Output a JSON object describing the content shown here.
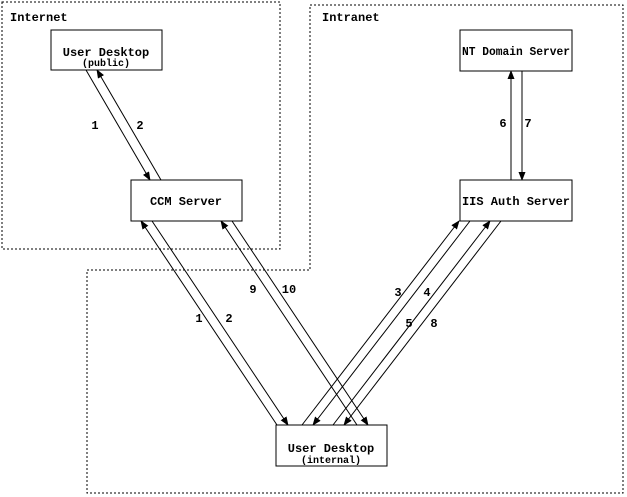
{
  "diagram": {
    "type": "network-architecture",
    "colors": {
      "ink": "#000000",
      "background": "#ffffff"
    },
    "regions": [
      {
        "id": "internet",
        "label": "Internet"
      },
      {
        "id": "intranet",
        "label": "Intranet"
      }
    ],
    "nodes": [
      {
        "id": "user_desktop_public",
        "label": "User Desktop",
        "sublabel": "(public)",
        "region": "internet"
      },
      {
        "id": "ccm_server",
        "label": "CCM Server",
        "region": "internet"
      },
      {
        "id": "nt_domain_server",
        "label": "NT Domain Server",
        "region": "intranet"
      },
      {
        "id": "iis_auth_server",
        "label": "IIS Auth Server",
        "region": "intranet"
      },
      {
        "id": "user_desktop_internal",
        "label": "User Desktop",
        "sublabel": "(internal)",
        "region": "intranet"
      }
    ],
    "edges": [
      {
        "label": "1",
        "from": "user_desktop_public",
        "to": "ccm_server"
      },
      {
        "label": "2",
        "from": "ccm_server",
        "to": "user_desktop_public"
      },
      {
        "label": "1",
        "from": "user_desktop_internal",
        "to": "ccm_server"
      },
      {
        "label": "2",
        "from": "ccm_server",
        "to": "user_desktop_internal"
      },
      {
        "label": "9",
        "from": "user_desktop_internal",
        "to": "ccm_server"
      },
      {
        "label": "10",
        "from": "ccm_server",
        "to": "user_desktop_internal"
      },
      {
        "label": "3",
        "from": "user_desktop_internal",
        "to": "iis_auth_server"
      },
      {
        "label": "4",
        "from": "iis_auth_server",
        "to": "user_desktop_internal"
      },
      {
        "label": "5",
        "from": "user_desktop_internal",
        "to": "iis_auth_server"
      },
      {
        "label": "8",
        "from": "iis_auth_server",
        "to": "user_desktop_internal"
      },
      {
        "label": "6",
        "from": "iis_auth_server",
        "to": "nt_domain_server"
      },
      {
        "label": "7",
        "from": "nt_domain_server",
        "to": "iis_auth_server"
      }
    ]
  }
}
